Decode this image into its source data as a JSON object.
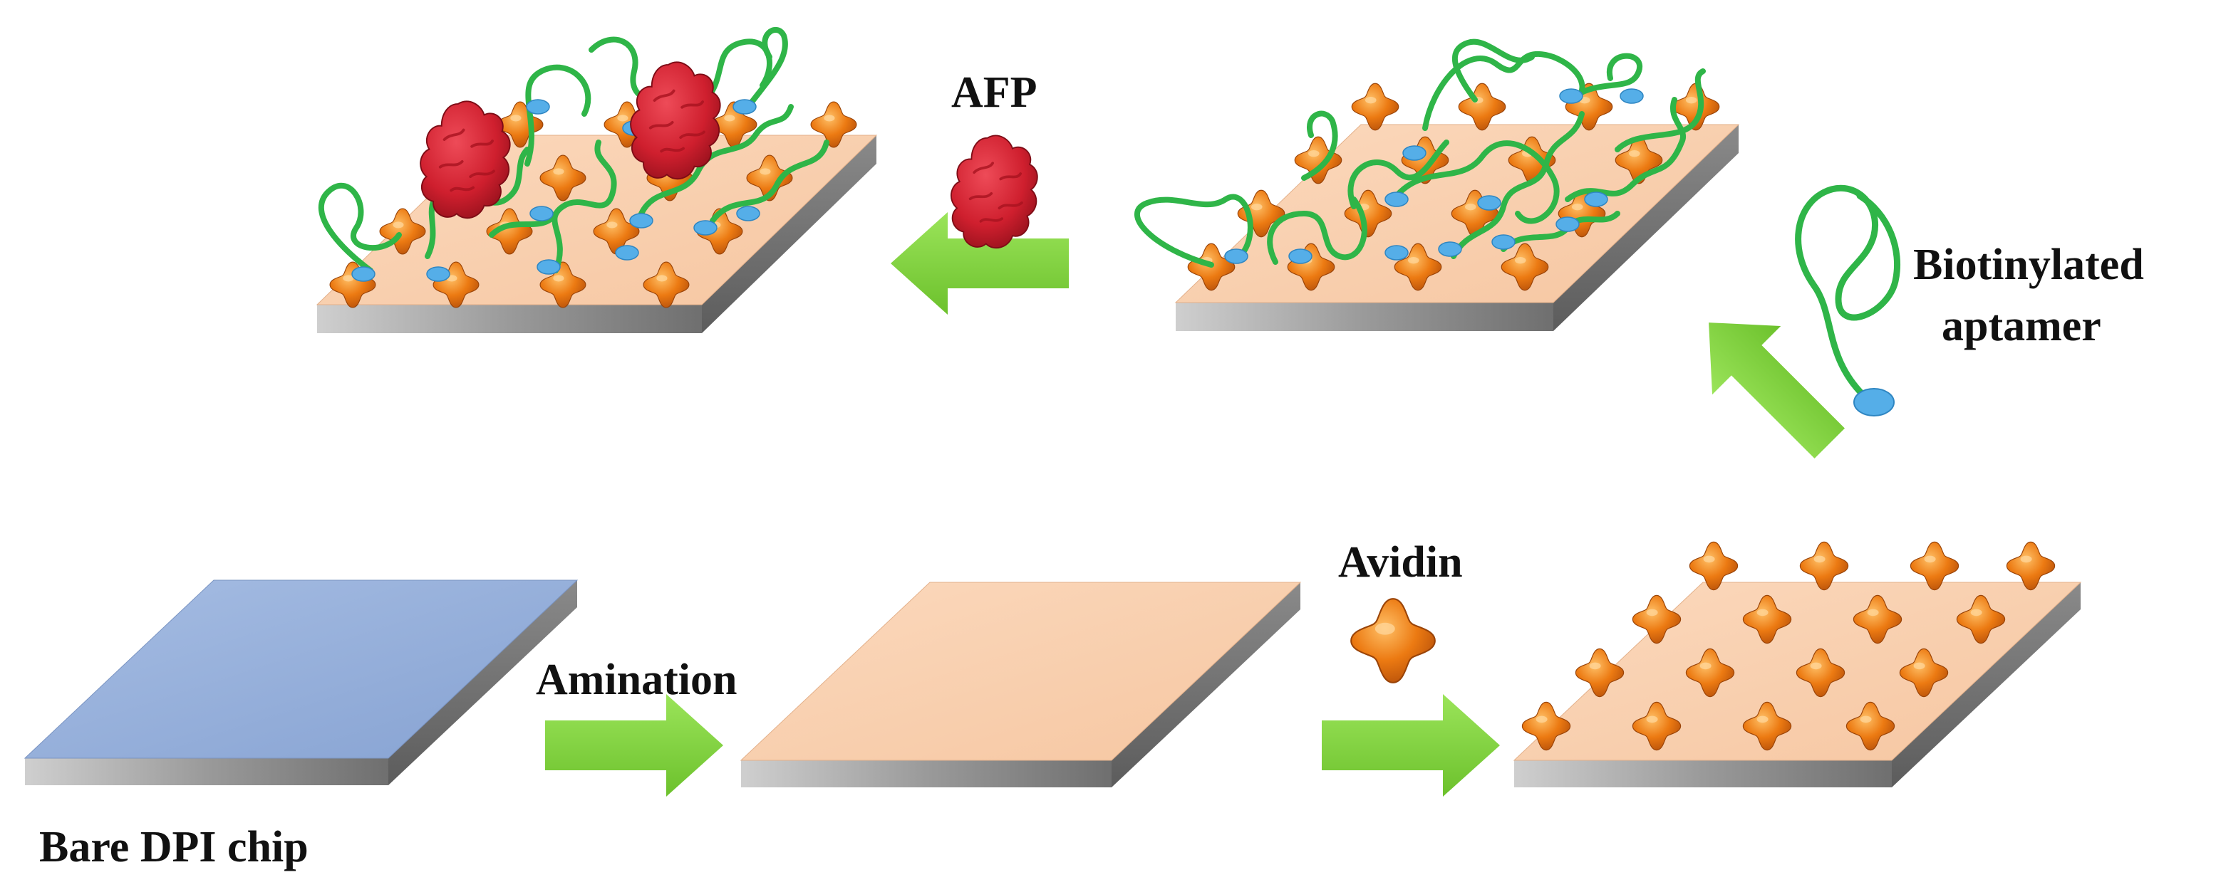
{
  "labels": {
    "bare_chip": "Bare DPI chip",
    "amination": "Amination",
    "avidin": "Avidin",
    "biotinylated_line1": "Biotinylated",
    "biotinylated_line2": "aptamer",
    "afp": "AFP"
  },
  "colors": {
    "bare_top": "#8fa9d6",
    "aminated_top": "#f9cfae",
    "slab_side": "#8c8c8c",
    "arrow": "#7dd03a",
    "avidin": "#e8760f",
    "aptamer": "#2fb548",
    "biotin": "#55aee8",
    "afp": "#d1202f"
  },
  "icons": {
    "arrow": "green-arrow-icon",
    "avidin": "avidin-cross-icon",
    "aptamer": "aptamer-strand-icon",
    "afp": "afp-protein-icon"
  }
}
